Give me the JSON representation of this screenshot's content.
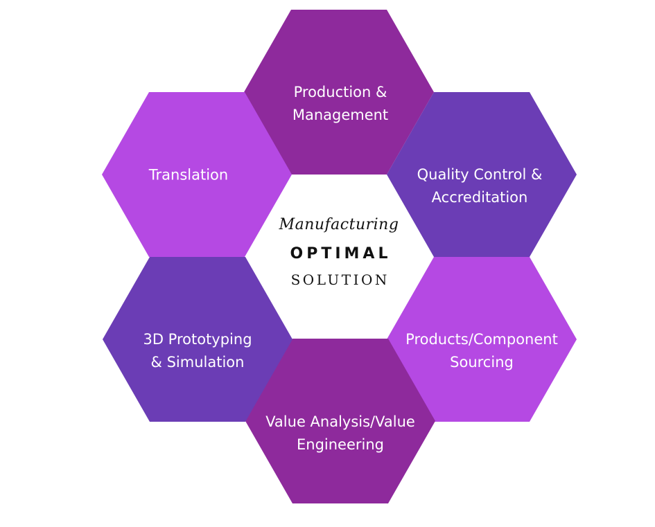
{
  "colors": {
    "magenta": "#8e2a9c",
    "violet": "#b549e3",
    "indigo": "#6b3db5"
  },
  "center": {
    "line1": "Manufacturing",
    "line2": "OPTIMAL",
    "line3": "SOLUTION"
  },
  "hexagons": [
    {
      "id": "production",
      "lines": [
        "Production &",
        "Management"
      ],
      "color": "magenta"
    },
    {
      "id": "quality",
      "lines": [
        "Quality Control &",
        "Accreditation"
      ],
      "color": "indigo"
    },
    {
      "id": "products",
      "lines": [
        "Products/Component",
        "Sourcing"
      ],
      "color": "violet"
    },
    {
      "id": "value",
      "lines": [
        "Value Analysis/Value",
        "Engineering"
      ],
      "color": "magenta"
    },
    {
      "id": "prototyping",
      "lines": [
        "3D Prototyping",
        "& Simulation"
      ],
      "color": "indigo"
    },
    {
      "id": "translation",
      "lines": [
        "Translation"
      ],
      "color": "violet"
    }
  ]
}
